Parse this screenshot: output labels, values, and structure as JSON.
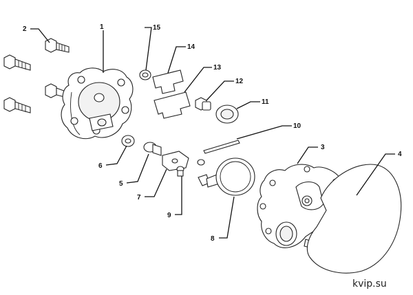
{
  "watermark": "kvip.su",
  "callouts": [
    {
      "id": "1",
      "label": "1"
    },
    {
      "id": "2",
      "label": "2"
    },
    {
      "id": "3",
      "label": "3"
    },
    {
      "id": "4",
      "label": "4"
    },
    {
      "id": "5",
      "label": "5"
    },
    {
      "id": "6",
      "label": "6"
    },
    {
      "id": "7",
      "label": "7"
    },
    {
      "id": "8",
      "label": "8"
    },
    {
      "id": "9",
      "label": "9"
    },
    {
      "id": "10",
      "label": "10"
    },
    {
      "id": "11",
      "label": "11"
    },
    {
      "id": "12",
      "label": "12"
    },
    {
      "id": "13",
      "label": "13"
    },
    {
      "id": "14",
      "label": "14"
    },
    {
      "id": "15",
      "label": "15"
    }
  ]
}
